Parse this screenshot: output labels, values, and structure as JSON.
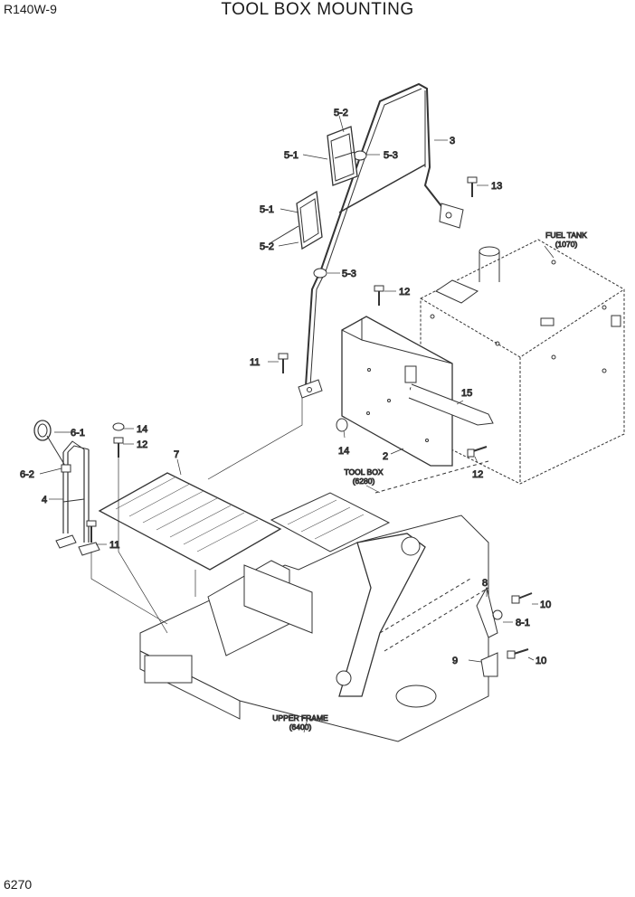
{
  "header": {
    "model": "R140W-9",
    "title": "TOOL BOX MOUNTING"
  },
  "footer": {
    "page_number": "6270"
  },
  "callouts": {
    "c5_2_top": "5-2",
    "c5_1_top": "5-1",
    "c5_3_top": "5-3",
    "c3": "3",
    "c13": "13",
    "c5_1_mid": "5-1",
    "c5_2_mid": "5-2",
    "c5_3_mid": "5-3",
    "c12_top": "12",
    "c11_left": "11",
    "c15": "15",
    "c6_1": "6-1",
    "c14_left": "14",
    "c12_left": "12",
    "c6_2": "6-2",
    "c7": "7",
    "c14_mid": "14",
    "c2": "2",
    "c12_right": "12",
    "c4": "4",
    "c11_bottom": "11",
    "c8": "8",
    "c10_top": "10",
    "c8_1": "8-1",
    "c9": "9",
    "c10_bottom": "10"
  },
  "references": {
    "fuel_tank_name": "FUEL TANK",
    "fuel_tank_page": "(1070)",
    "tool_box_name": "TOOL BOX",
    "tool_box_page": "(6280)",
    "upper_frame_name": "UPPER FRAME",
    "upper_frame_page": "(6400)"
  }
}
